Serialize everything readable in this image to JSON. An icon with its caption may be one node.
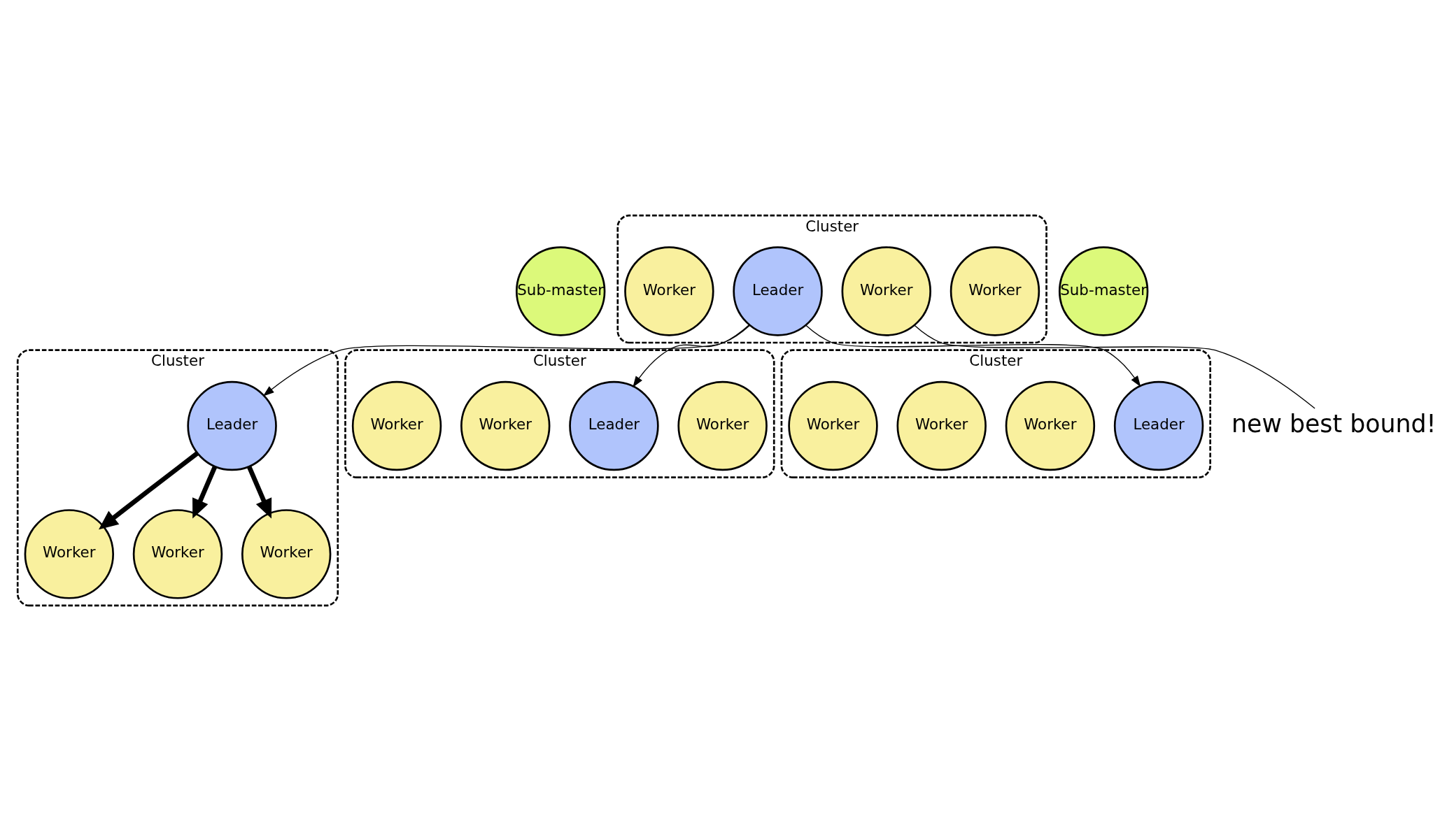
{
  "diagram": {
    "nodes": [
      {
        "text": [
          "Sub-master"
        ]
      },
      {
        "text": [
          "Cluster"
        ]
      },
      {
        "text": [
          "Worker"
        ],
        "in": 1
      },
      {
        "text": [
          "Leader"
        ],
        "in": 1
      },
      {
        "text": [
          "Worker"
        ],
        "in": 1
      },
      {
        "text": [
          "Worker"
        ],
        "in": 1
      },
      {
        "text": [
          "Sub-master"
        ]
      },
      {
        "text": [
          "Cluster"
        ]
      },
      {
        "text": [
          "Worker"
        ],
        "in": 7
      },
      {
        "text": [
          "Worker"
        ],
        "in": 7
      },
      {
        "text": [
          "Worker"
        ],
        "in": 7
      },
      {
        "text": [
          "Leader"
        ],
        "in": 7
      },
      {
        "text": [
          "Cluster"
        ]
      },
      {
        "text": [
          "Worker"
        ],
        "in": 12
      },
      {
        "text": [
          "Leader"
        ],
        "in": 12
      },
      {
        "text": [
          "Worker"
        ],
        "in": 12
      },
      {
        "text": [
          "Worker"
        ],
        "in": 12
      },
      {
        "text": [
          "Cluster"
        ]
      },
      {
        "text": [
          "Leader"
        ],
        "in": 17
      },
      {
        "text": [
          "Worker"
        ],
        "in": 17
      },
      {
        "text": [
          "Worker"
        ],
        "in": 17
      },
      {
        "text": [
          "Worker"
        ],
        "in": 17
      },
      {
        "text": [
          "new best bound!"
        ]
      }
    ],
    "edges": [
      {
        "from": 11,
        "to": 8,
        "arrow": "to",
        "style": "thick"
      },
      {
        "from": 11,
        "to": 9,
        "arrow": "to",
        "style": "thick"
      },
      {
        "from": 11,
        "to": 10,
        "arrow": "to",
        "style": "thick"
      },
      {
        "from": 3,
        "to": 11,
        "arrow": "to"
      },
      {
        "from": 3,
        "to": 14,
        "arrow": "to"
      },
      {
        "from": 3,
        "to": 18,
        "arrow": "to"
      },
      {
        "from": 4,
        "to": 22,
        "arrow": "none"
      }
    ]
  }
}
